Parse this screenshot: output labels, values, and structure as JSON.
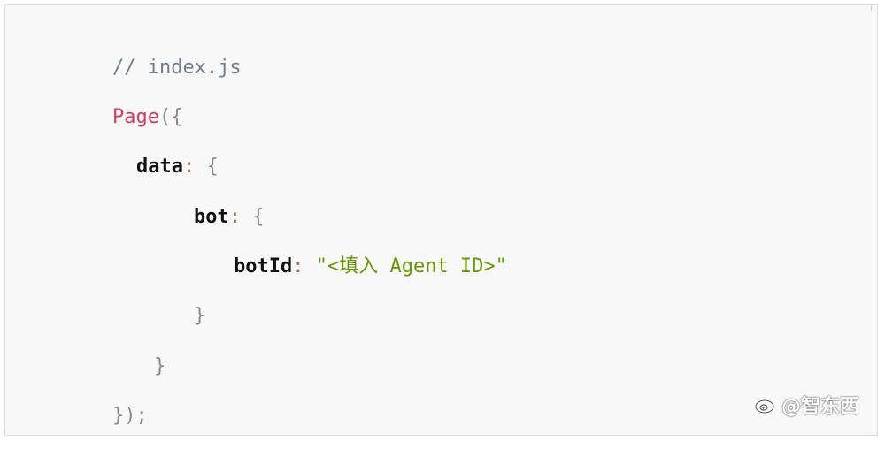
{
  "code": {
    "comment": "// index.js",
    "page_fn": "Page",
    "page_open": "({",
    "data_key": "data",
    "bot_key": "bot",
    "botid_key": "botId",
    "colon": ":",
    "brace_open": "{",
    "botid_value": "\"<填入 Agent ID>\"",
    "brace_close": "}",
    "closing": "});"
  },
  "watermark": {
    "text": "@智东西",
    "icon": "weibo-icon"
  }
}
